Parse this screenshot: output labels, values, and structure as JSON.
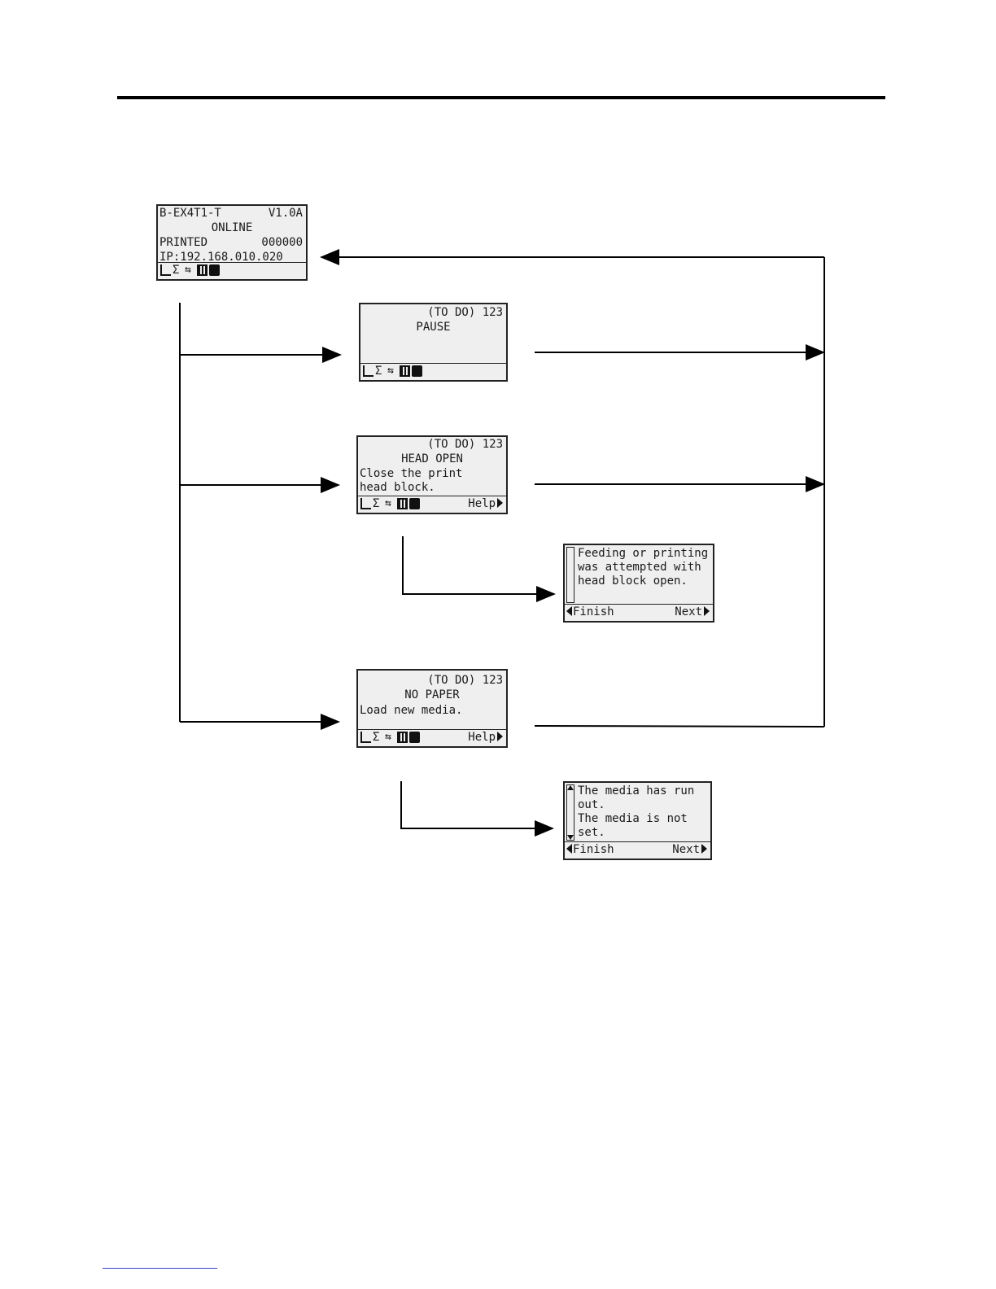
{
  "screens": {
    "online": {
      "model": "B-EX4T1-T",
      "version": "V1.0A",
      "status": "ONLINE",
      "printed_label": "PRINTED",
      "printed_count": "000000",
      "ip": "IP:192.168.010.020"
    },
    "pause": {
      "todo": "(TO DO) 123",
      "status": "PAUSE"
    },
    "head_open": {
      "todo": "(TO DO) 123",
      "status": "HEAD OPEN",
      "line1": "Close the print",
      "line2": "head block.",
      "help": "Help"
    },
    "head_open_help": {
      "text": "Feeding or printing\nwas attempted with\nhead block open.",
      "finish": "Finish",
      "next": "Next"
    },
    "no_paper": {
      "todo": "(TO DO) 123",
      "status": "NO PAPER",
      "line1": "Load new media.",
      "help": "Help"
    },
    "no_paper_help": {
      "text": "The media has run\nout.\nThe media is not\nset.",
      "finish": "Finish",
      "next": "Next"
    }
  },
  "icons": [
    "antenna-icon",
    "sigma-icon",
    "arrows-icon",
    "label-icon",
    "ribbon-icon"
  ]
}
